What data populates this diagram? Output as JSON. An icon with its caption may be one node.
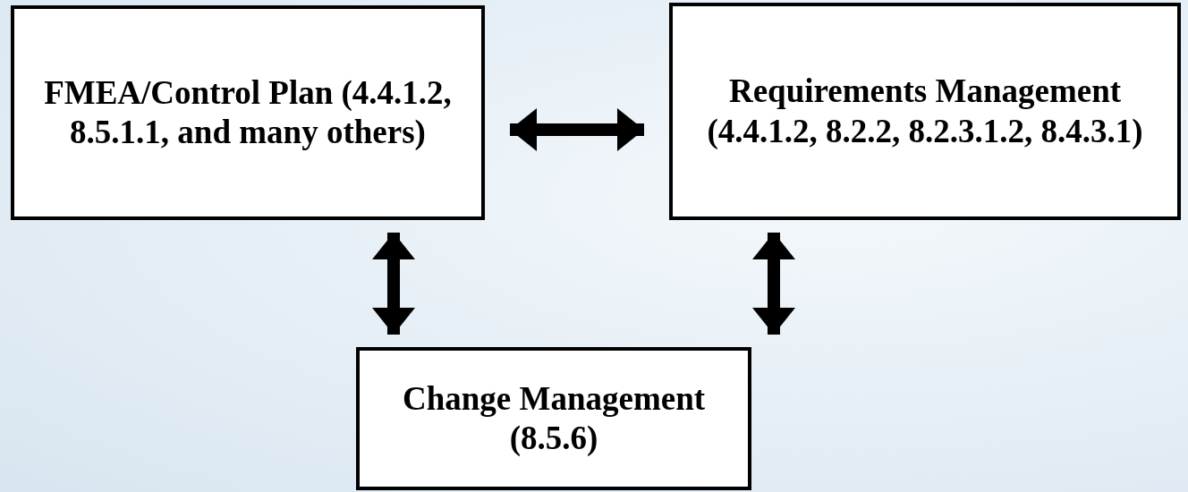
{
  "diagram": {
    "nodes": [
      {
        "text": [
          "FMEA/Control Plan (4.4.1.2, 8.5.1.1, and many others)"
        ]
      },
      {
        "text": [
          "Requirements Management (4.4.1.2, 8.2.2, 8.2.3.1.2, 8.4.3.1)"
        ]
      },
      {
        "text": [
          "Change Management (8.5.6)"
        ]
      }
    ],
    "edges": [
      {
        "from": 0,
        "to": 1,
        "arrow": "both"
      },
      {
        "from": 0,
        "to": 2,
        "arrow": "both"
      },
      {
        "from": 1,
        "to": 2,
        "arrow": "both"
      }
    ]
  }
}
